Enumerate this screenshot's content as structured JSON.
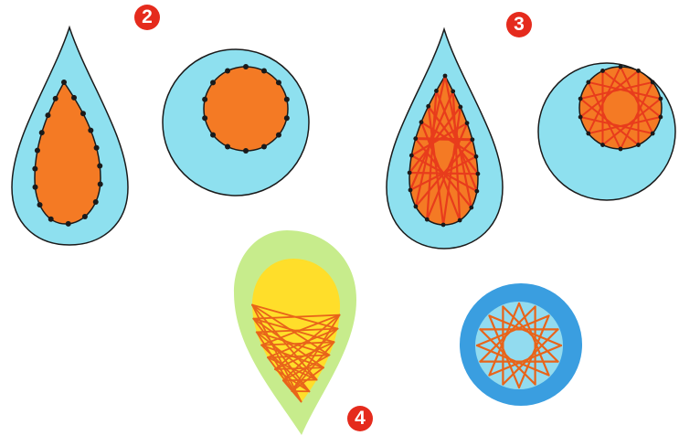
{
  "steps": {
    "two": {
      "label": "2"
    },
    "three": {
      "label": "3"
    },
    "four": {
      "label": "4"
    }
  },
  "colors": {
    "badge": "#e52b1d",
    "cardboard_blue": "#8ee0ef",
    "fill_orange": "#f47a24",
    "thread_red": "#e83c1c",
    "dots": "#1a1a1a",
    "outline": "#1a1a1a",
    "felt_green": "#c7ec8c",
    "felt_yellow": "#ffde2a",
    "felt_blue": "#3a9ee0",
    "felt_light_blue": "#92dbef",
    "thread_orange": "#e8641a"
  },
  "figures": [
    {
      "id": "drop-dots",
      "step": 2,
      "shape": "drop",
      "pattern": "pierced-holes"
    },
    {
      "id": "circle-dots",
      "step": 2,
      "shape": "circle",
      "pattern": "pierced-holes"
    },
    {
      "id": "drop-threaded",
      "step": 3,
      "shape": "drop",
      "pattern": "thread-crossing"
    },
    {
      "id": "circle-star",
      "step": 3,
      "shape": "circle",
      "pattern": "thread-star"
    },
    {
      "id": "drop-felt",
      "step": 4,
      "shape": "drop",
      "pattern": "finished"
    },
    {
      "id": "circle-felt",
      "step": 4,
      "shape": "circle",
      "pattern": "finished"
    }
  ]
}
